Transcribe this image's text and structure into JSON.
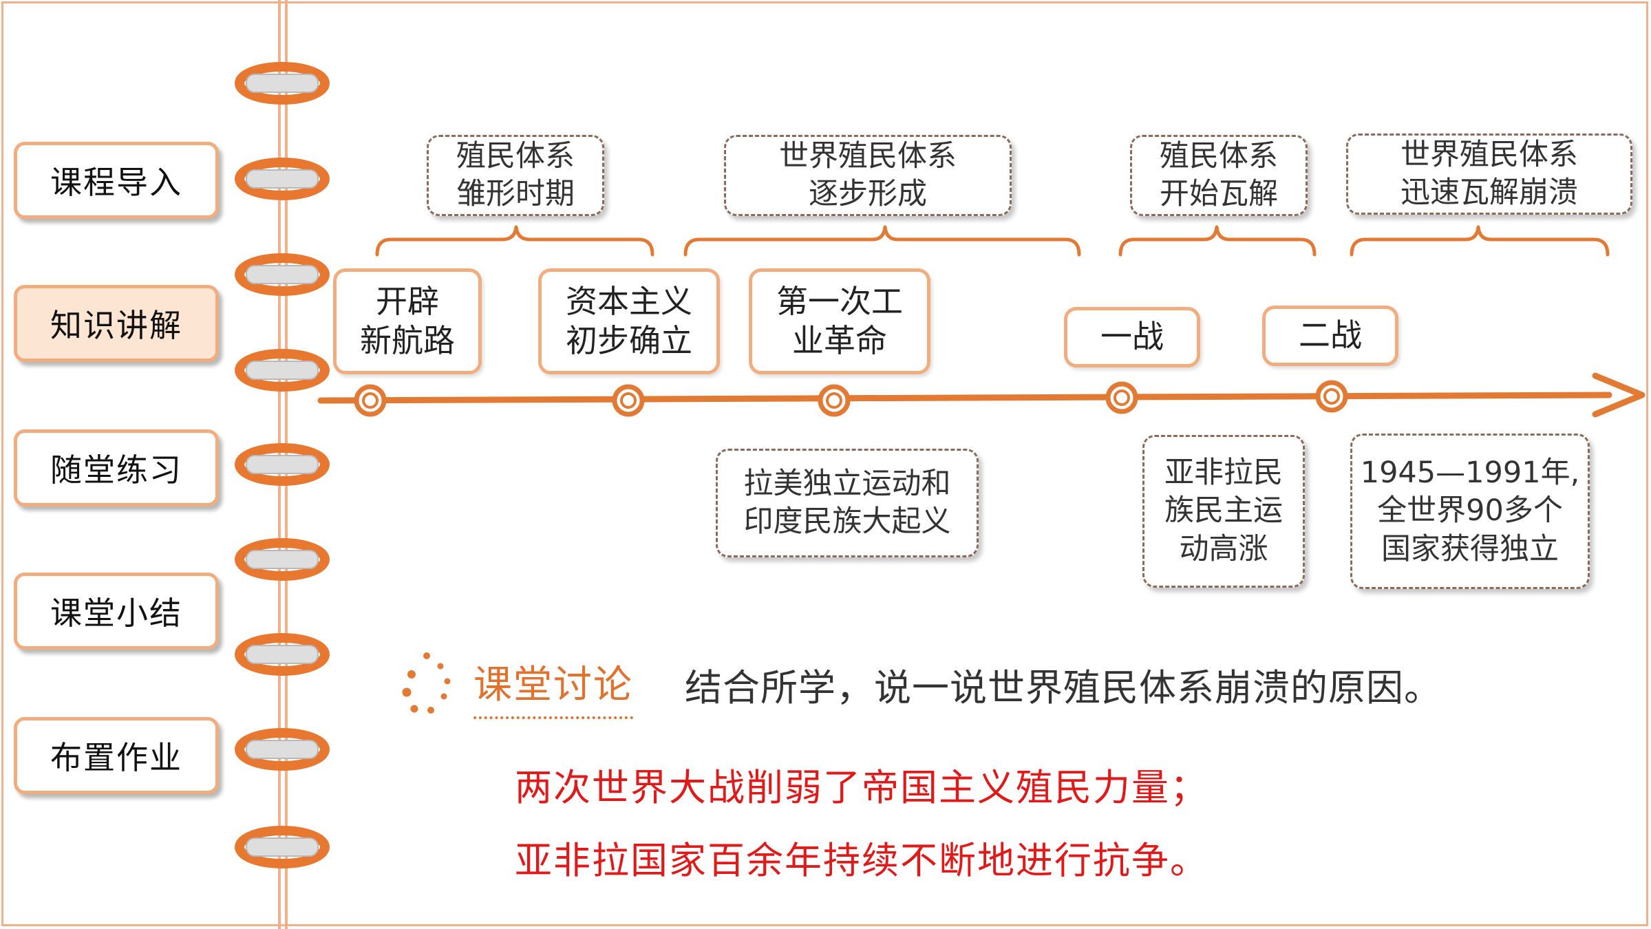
{
  "nav": {
    "items": [
      {
        "label": "课程导入",
        "active": false
      },
      {
        "label": "知识讲解",
        "active": true
      },
      {
        "label": "随堂练习",
        "active": false
      },
      {
        "label": "课堂小结",
        "active": false
      },
      {
        "label": "布置作业",
        "active": false
      }
    ]
  },
  "timeline": {
    "periods": [
      {
        "l1": "殖民体系",
        "l2": "雏形时期"
      },
      {
        "l1": "世界殖民体系",
        "l2": "逐步形成"
      },
      {
        "l1": "殖民体系",
        "l2": "开始瓦解"
      },
      {
        "l1": "世界殖民体系",
        "l2": "迅速瓦解崩溃"
      }
    ],
    "events": [
      {
        "l1": "开辟",
        "l2": "新航路"
      },
      {
        "l1": "资本主义",
        "l2": "初步确立"
      },
      {
        "l1": "第一次工",
        "l2": "业革命"
      },
      {
        "l1": "一战"
      },
      {
        "l1": "二战"
      }
    ],
    "notes": [
      {
        "l1": "拉美独立运动和",
        "l2": "印度民族大起义"
      },
      {
        "l1": "亚非拉民",
        "l2": "族民主运",
        "l3": "动高涨"
      },
      {
        "l1": "1945—1991年,",
        "l2": "全世界90多个",
        "l3": "国家获得独立"
      }
    ]
  },
  "discussion": {
    "label": "课堂讨论",
    "question": "结合所学，说一说世界殖民体系崩溃的原因。",
    "answers": [
      "两次世界大战削弱了帝国主义殖民力量；",
      "亚非拉国家百余年持续不断地进行抗争。"
    ]
  },
  "colors": {
    "accent": "#e0722e",
    "border": "#f2ad7e",
    "answer": "#e11919"
  }
}
